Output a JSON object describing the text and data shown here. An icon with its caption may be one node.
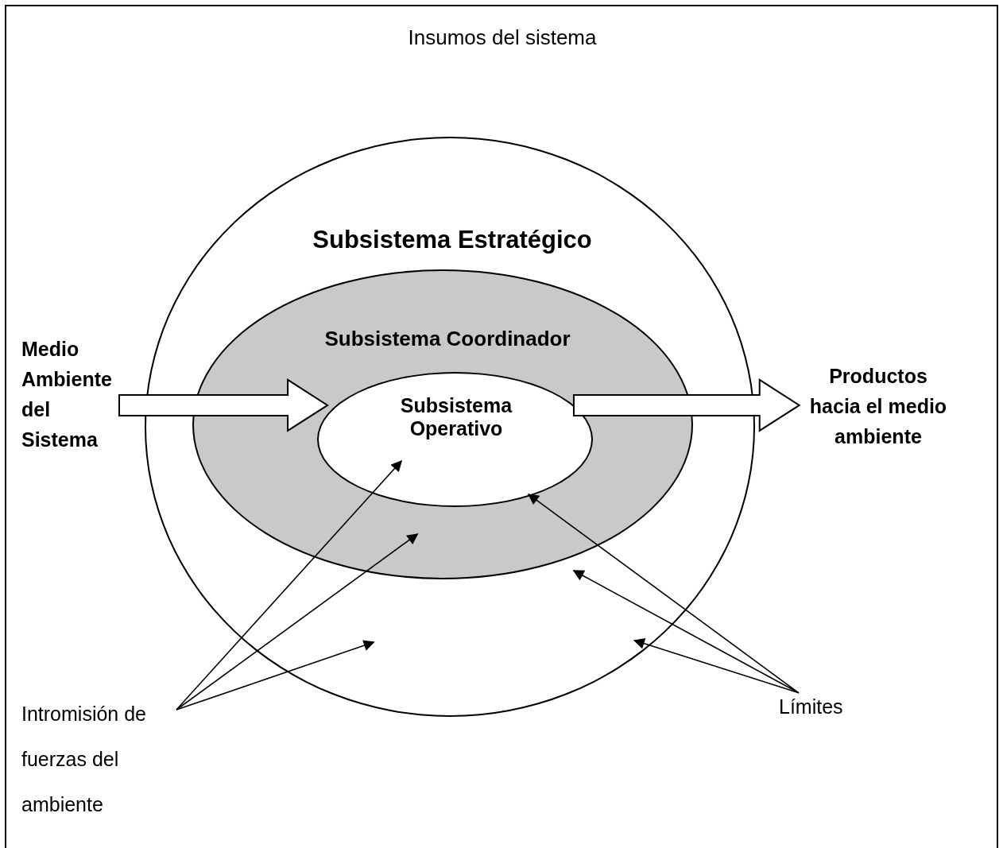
{
  "diagram": {
    "nodes": [
      {
        "text": [
          "Insumos del sistema"
        ]
      },
      {
        "text": [
          "Subsistema Estratégico"
        ],
        "in": 0
      },
      {
        "text": [
          "Subsistema Coordinador"
        ],
        "in": 1
      },
      {
        "text": [
          "Subsistema Operativo"
        ],
        "in": 2
      },
      {
        "text": [
          "Medio Ambiente del Sistema"
        ],
        "in": 0
      },
      {
        "text": [
          "Productos hacia el medio ambiente"
        ],
        "in": 0
      },
      {
        "text": [
          "Intromisión de fuerzas del ambiente"
        ],
        "in": 0
      },
      {
        "text": [
          "Límites"
        ],
        "in": 0
      }
    ],
    "edges": [
      {
        "from": 4,
        "to": 3,
        "arrow": "to",
        "style": "thick"
      },
      {
        "from": 3,
        "to": 5,
        "arrow": "to",
        "style": "thick"
      },
      {
        "from": 6,
        "to": 3,
        "arrow": "to"
      },
      {
        "from": 6,
        "to": 2,
        "arrow": "to"
      },
      {
        "from": 6,
        "to": 1,
        "arrow": "to"
      },
      {
        "from": 7,
        "to": 3,
        "arrow": "to"
      },
      {
        "from": 7,
        "to": 2,
        "arrow": "to"
      },
      {
        "from": 7,
        "to": 1,
        "arrow": "to"
      }
    ]
  }
}
